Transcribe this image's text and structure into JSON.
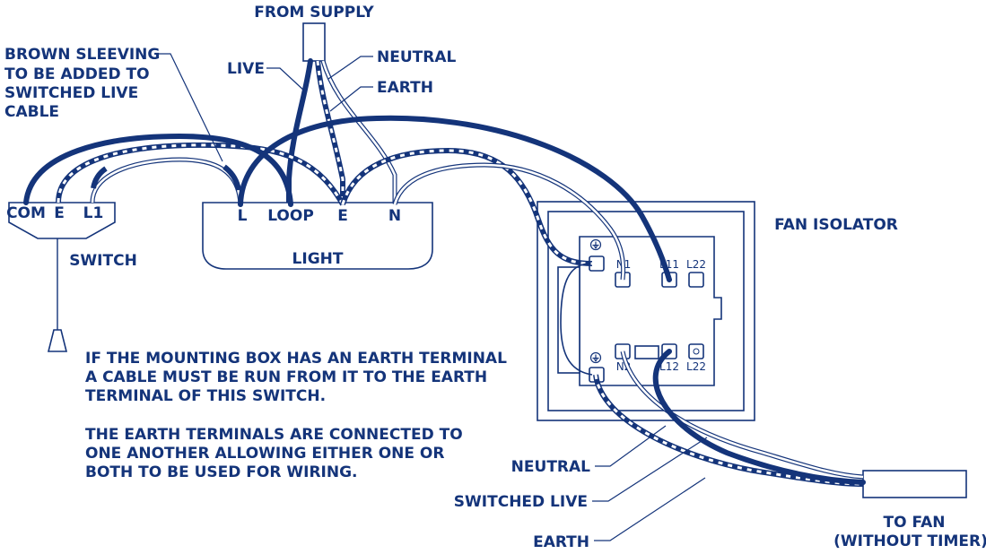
{
  "colors": {
    "primary": "#14347a",
    "background": "#ffffff"
  },
  "supply": {
    "label": "FROM SUPPLY"
  },
  "wire_labels": {
    "live": "LIVE",
    "neutral": "NEUTRAL",
    "earth": "EARTH",
    "sleeving": [
      "BROWN SLEEVING",
      "TO BE ADDED TO",
      "SWITCHED LIVE",
      "CABLE"
    ]
  },
  "switch": {
    "label": "SWITCH",
    "terminals": [
      "COM",
      "E",
      "L1"
    ]
  },
  "light": {
    "label": "LIGHT",
    "terminals": [
      "L",
      "LOOP",
      "E",
      "N"
    ]
  },
  "fan_isolator": {
    "label": "FAN ISOLATOR",
    "terminals_top": [
      "N1",
      "L11",
      "L22"
    ],
    "terminals_bottom": [
      "N2",
      "L12",
      "L22"
    ]
  },
  "output_labels": {
    "neutral": "NEUTRAL",
    "switched_live": "SWITCHED LIVE",
    "earth": "EARTH"
  },
  "fan": {
    "lines": [
      "TO FAN",
      "(WITHOUT TIMER)"
    ]
  },
  "notes": {
    "note1": [
      "IF THE MOUNTING BOX HAS AN EARTH TERMINAL",
      "A CABLE MUST BE RUN FROM IT TO THE EARTH",
      "TERMINAL OF THIS SWITCH."
    ],
    "note2": [
      "THE EARTH TERMINALS ARE CONNECTED TO",
      "ONE ANOTHER ALLOWING EITHER ONE OR",
      "BOTH TO BE USED FOR WIRING."
    ]
  }
}
